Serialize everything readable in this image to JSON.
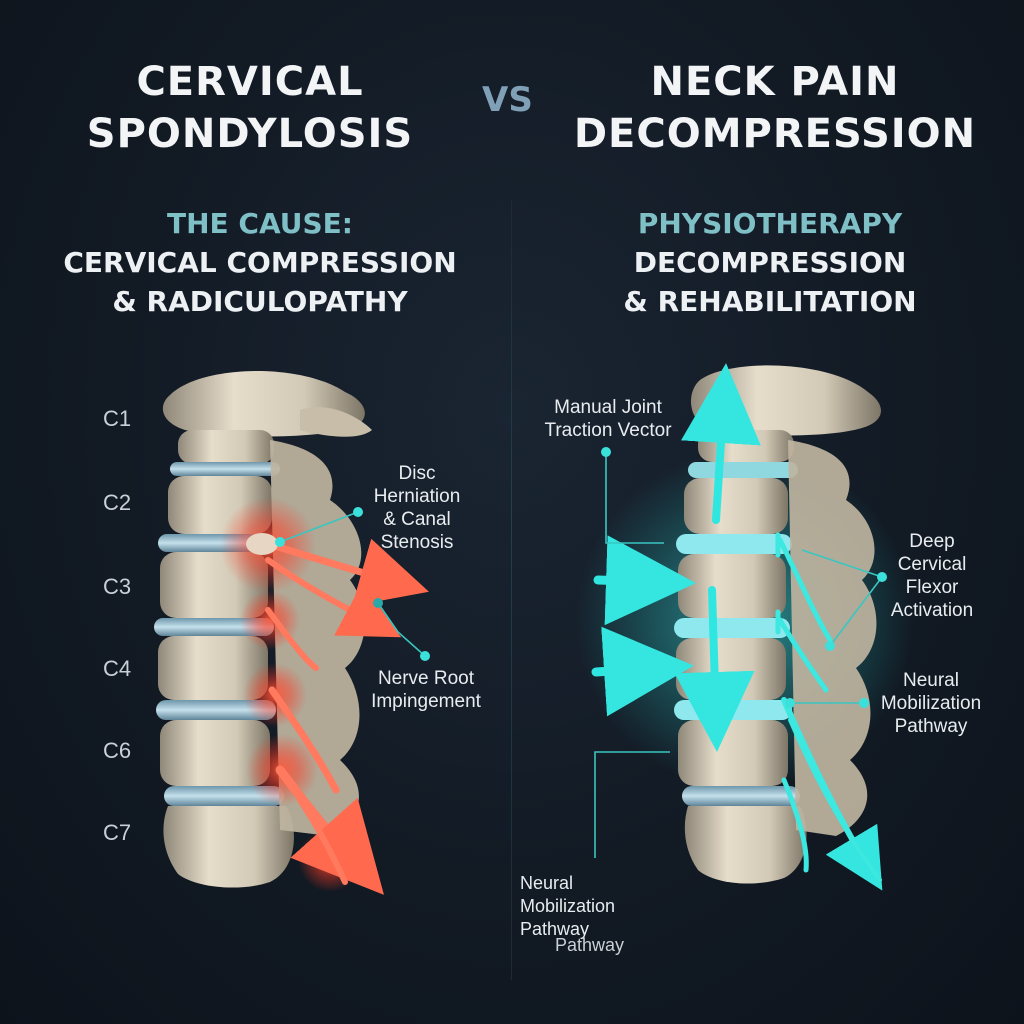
{
  "header": {
    "left_title": [
      "CERVICAL",
      "SPONDYLOSIS"
    ],
    "vs": "VS",
    "right_title": [
      "NECK PAIN",
      "DECOMPRESSION"
    ]
  },
  "left_panel": {
    "sub_accent": "THE CAUSE:",
    "sub_lines": [
      "CERVICAL COMPRESSION",
      "& RADICULOPATHY"
    ],
    "vertebra_labels": [
      "C1",
      "C2",
      "C3",
      "C4",
      "C6",
      "C7"
    ],
    "annotations": {
      "disc": [
        "Disc",
        "Herniation",
        "& Canal",
        "Stenosis"
      ],
      "nerve": [
        "Nerve Root",
        "Impingement"
      ]
    }
  },
  "right_panel": {
    "sub_accent": "PHYSIOTHERAPY",
    "sub_lines": [
      "DECOMPRESSION",
      "& REHABILITATION"
    ],
    "annotations": {
      "traction": [
        "Manual Joint",
        "Traction Vector"
      ],
      "flexor": [
        "Deep",
        "Cervical",
        "Flexor",
        "Activation"
      ],
      "neural_right": [
        "Neural",
        "Mobilization",
        "Pathway"
      ],
      "neural_bottom": [
        "Neural",
        "Mobilization",
        "Pathway"
      ],
      "neural_bottom_ghost": "Pathway"
    }
  },
  "colors": {
    "pain_red": "#ff4a33",
    "therapy_cyan": "#2fe6e0",
    "bone": "#d8d0bf",
    "disc_blue": "#9cc4d6",
    "background": "#121a24"
  }
}
